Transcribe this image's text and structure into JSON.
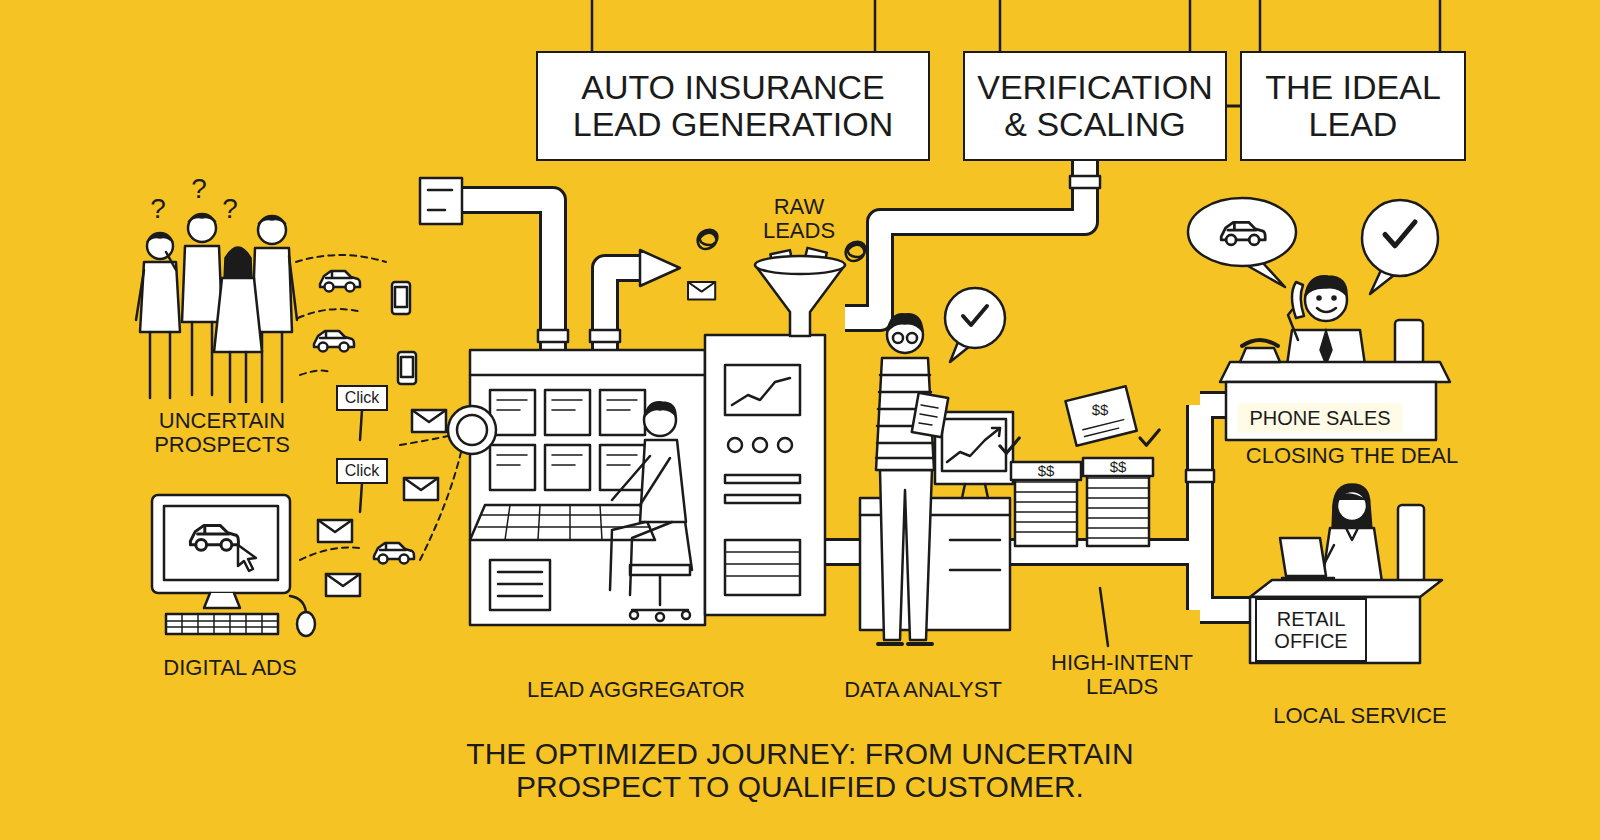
{
  "diagram": {
    "caption": "THE OPTIMIZED JOURNEY: FROM UNCERTAIN PROSPECT TO QUALIFIED CUSTOMER.",
    "nodes": [
      {
        "text": [
          "AUTO INSURANCE LEAD GENERATION"
        ]
      },
      {
        "text": [
          "VERIFICATION & SCALING"
        ]
      },
      {
        "text": [
          "THE IDEAL LEAD"
        ]
      },
      {
        "text": [
          "Click"
        ]
      },
      {
        "text": [
          "Click"
        ]
      },
      {
        "text": [
          "PHONE SALES"
        ]
      },
      {
        "text": [
          "RETAIL OFFICE"
        ]
      }
    ],
    "edges": [
      {
        "from": 1,
        "to": 2,
        "arrow": "none"
      }
    ],
    "labels": [
      "?",
      "?",
      "?",
      "RAW LEADS",
      "UNCERTAIN PROSPECTS",
      "DIGITAL ADS",
      "LEAD AGGREGATOR",
      "DATA ANALYST",
      "$$",
      "$$",
      "$$",
      "HIGH-INTENT LEADS",
      "CLOSING THE DEAL",
      "LOCAL SERVICE"
    ]
  }
}
